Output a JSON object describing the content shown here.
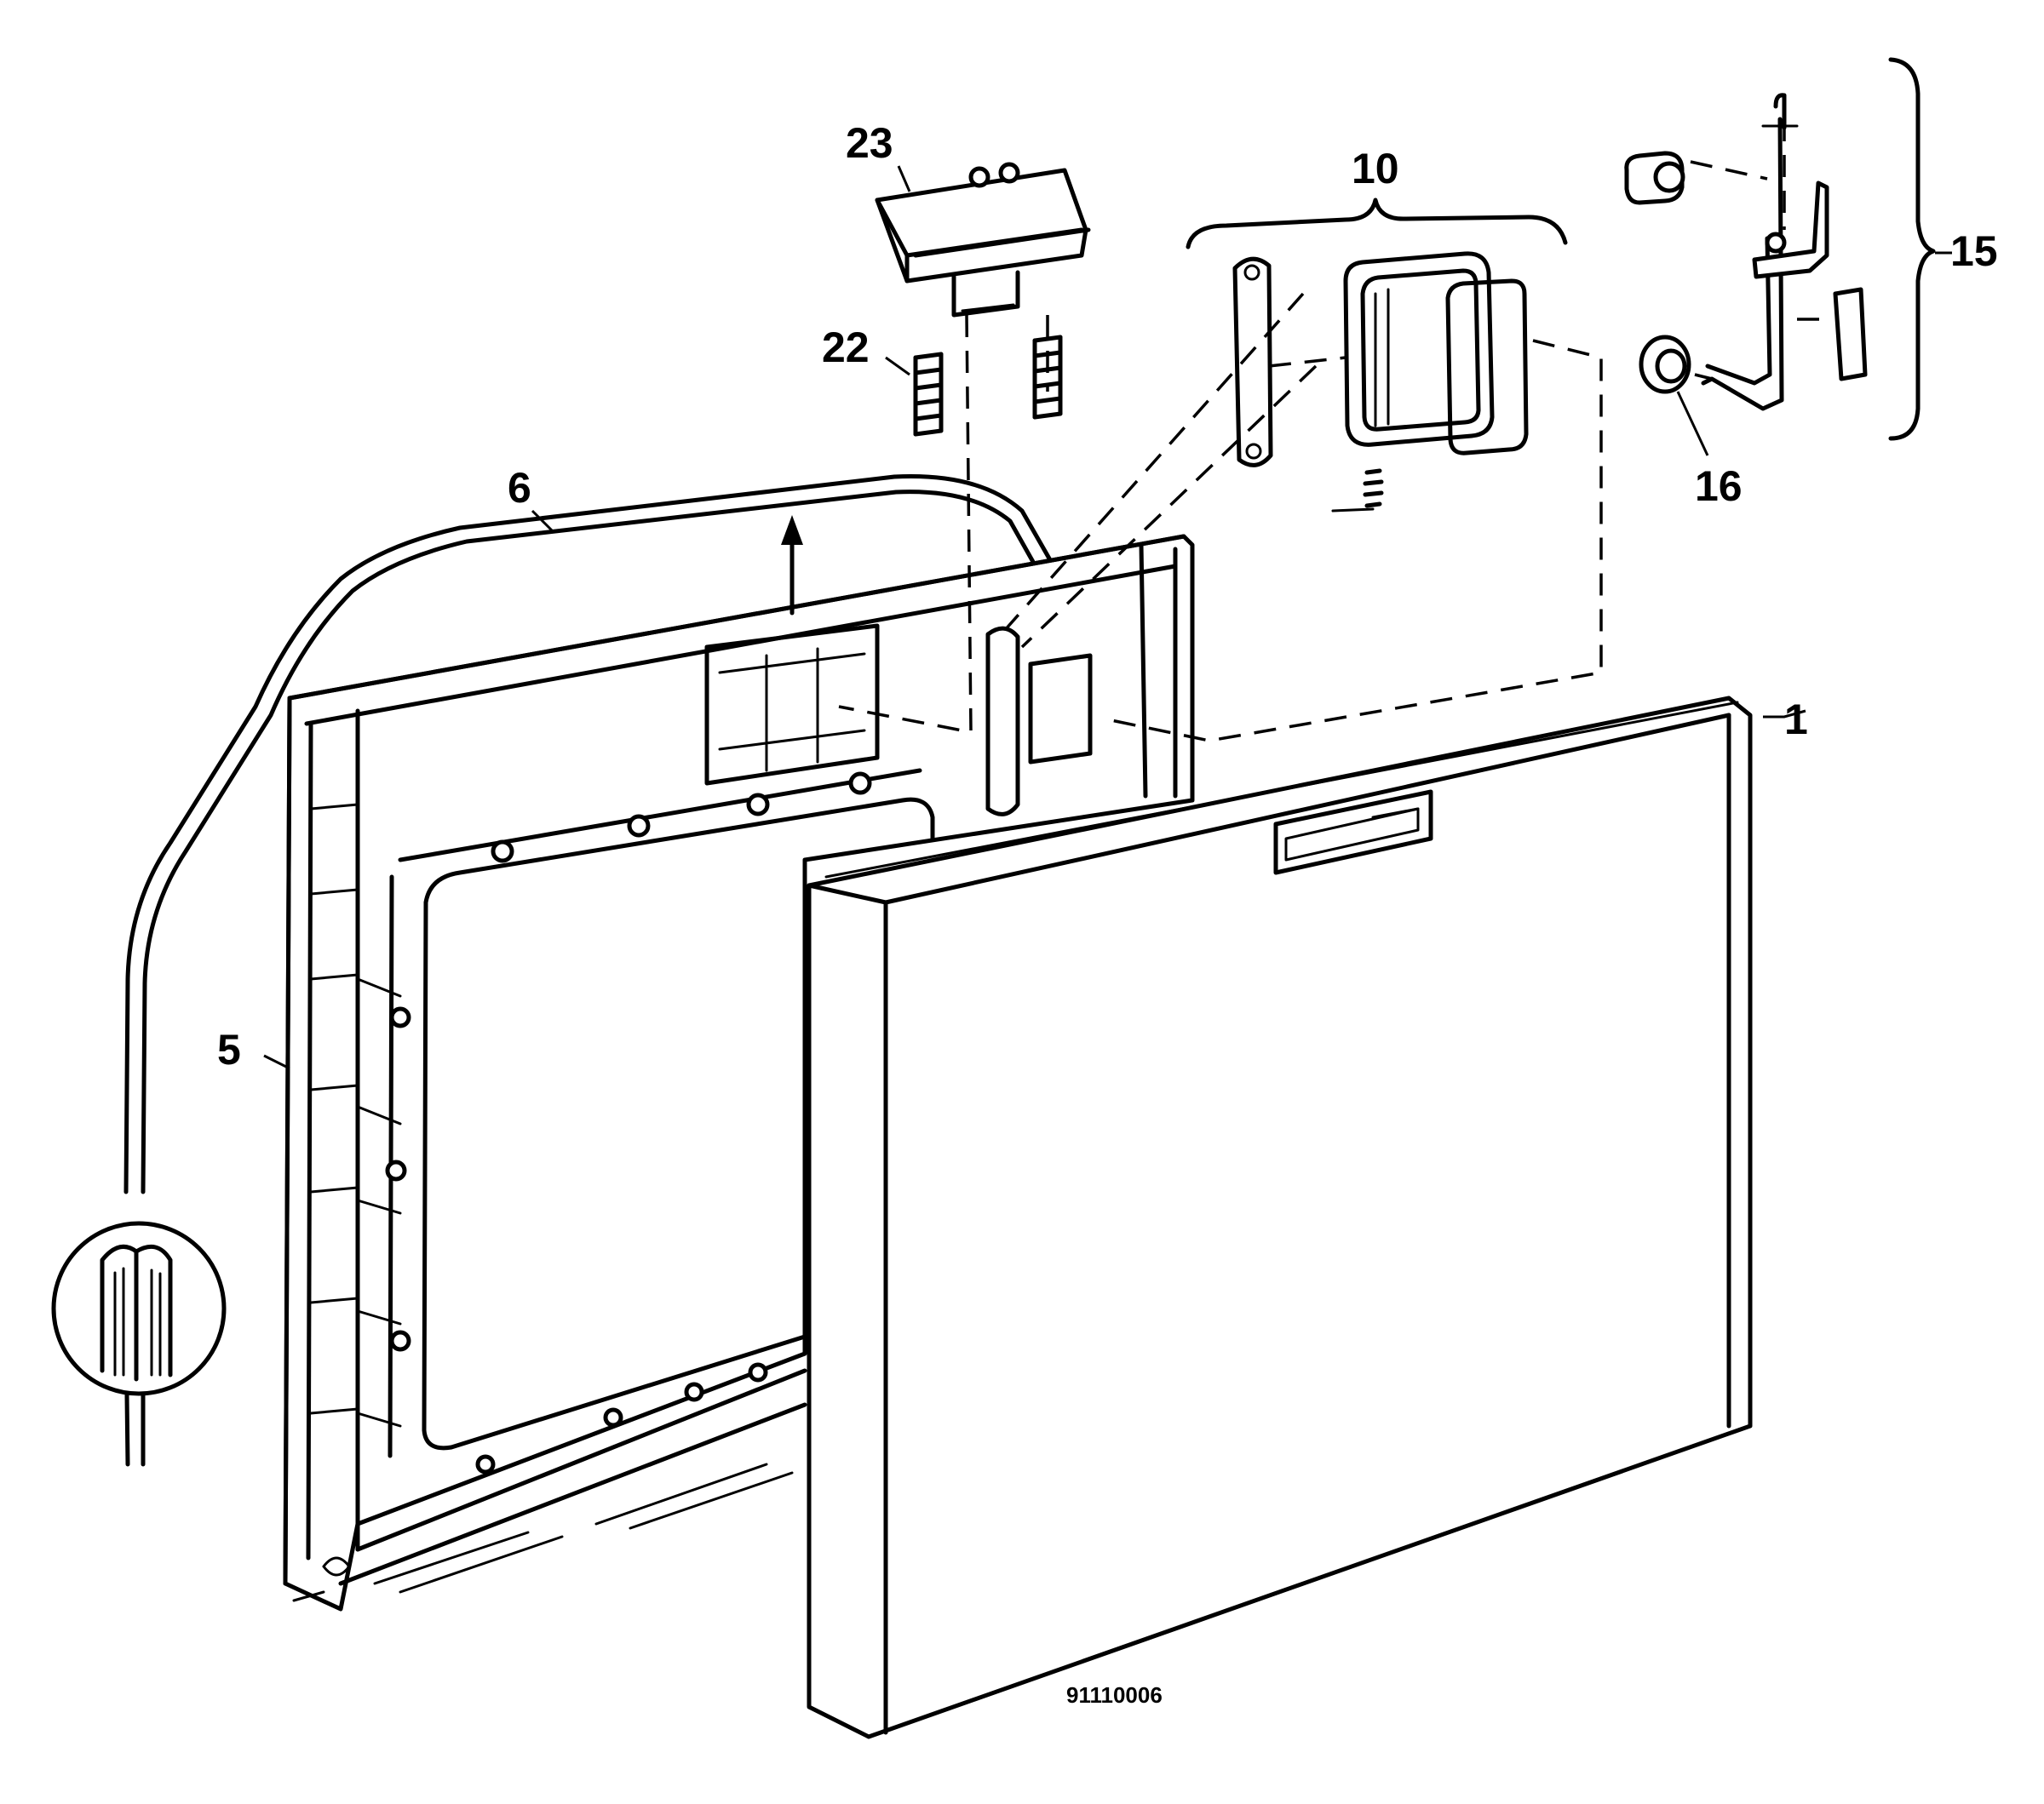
{
  "callouts": {
    "c1": "1",
    "c5": "5",
    "c6": "6",
    "c10": "10",
    "c15": "15",
    "c16": "16",
    "c22": "22",
    "c23": "23"
  },
  "drawing_code": "91110006"
}
